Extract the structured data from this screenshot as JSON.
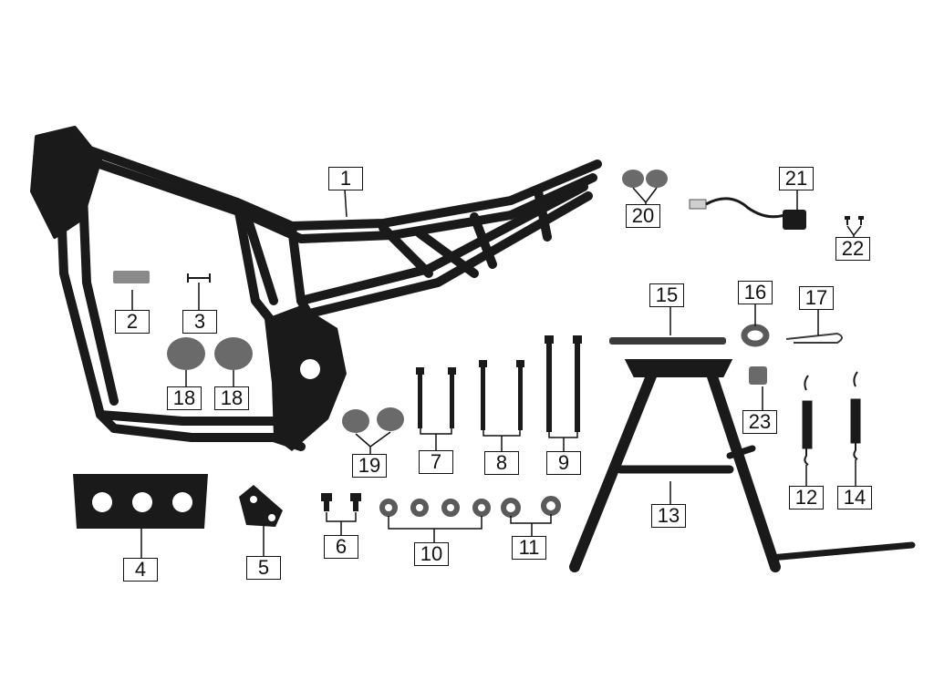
{
  "callouts": {
    "c1": "1",
    "c2": "2",
    "c3": "3",
    "c4": "4",
    "c5": "5",
    "c6": "6",
    "c7": "7",
    "c8": "8",
    "c9": "9",
    "c10": "10",
    "c11": "11",
    "c12": "12",
    "c13": "13",
    "c14": "14",
    "c15": "15",
    "c16": "16",
    "c17": "17",
    "c18a": "18",
    "c18b": "18",
    "c19": "19",
    "c20": "20",
    "c21": "21",
    "c22": "22",
    "c23": "23"
  },
  "colors": {
    "part_fill": "#1a1a1a",
    "part_stroke": "#1a1a1a",
    "grey_part": "#6a6a6a",
    "leader": "#111111",
    "background": "#ffffff"
  }
}
